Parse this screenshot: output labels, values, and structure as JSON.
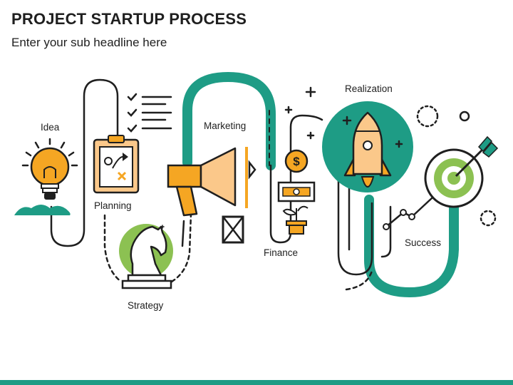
{
  "title": "PROJECT STARTUP PROCESS",
  "subtitle": "Enter your sub headline here",
  "stages": {
    "idea": "Idea",
    "planning": "Planning",
    "strategy": "Strategy",
    "marketing": "Marketing",
    "finance": "Finance",
    "realization": "Realization",
    "success": "Success"
  },
  "icons": {
    "idea": "lightbulb-icon",
    "planning": "clipboard-plan-icon",
    "checklist": "checklist-icon",
    "strategy": "chess-knight-icon",
    "marketing": "megaphone-icon",
    "finance": "money-icon",
    "realization": "rocket-icon",
    "success": "target-arrow-icon"
  },
  "colors": {
    "teal": "#1e9c85",
    "orange": "#f5a623",
    "light_orange": "#fbc88a",
    "green": "#8cc152",
    "outline": "#1f1f1f"
  }
}
